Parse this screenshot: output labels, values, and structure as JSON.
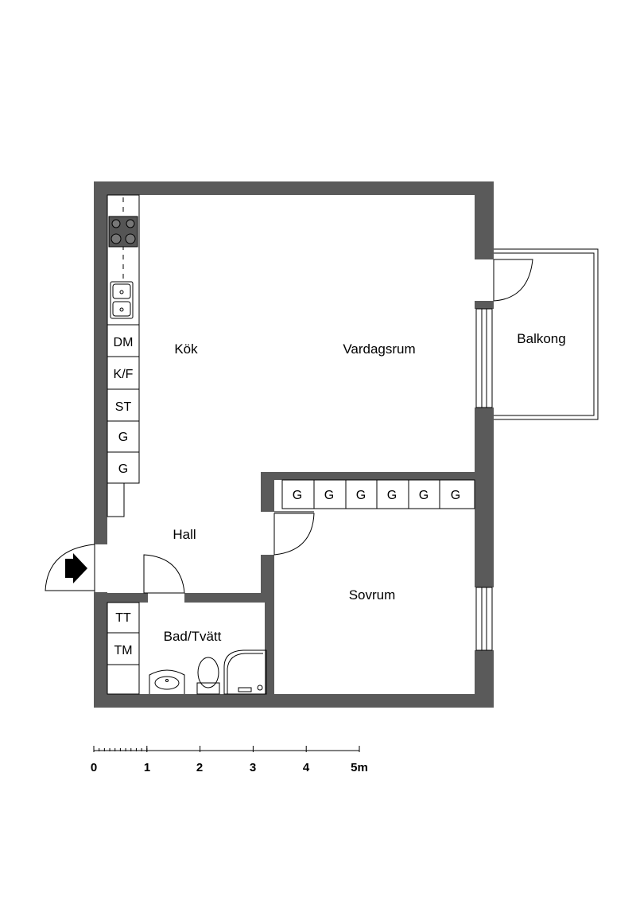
{
  "rooms": {
    "kitchen": "Kök",
    "living": "Vardagsrum",
    "balcony": "Balkong",
    "hall": "Hall",
    "bedroom": "Sovrum",
    "bath": "Bad/Tvätt"
  },
  "kitchen_appliances": [
    "DM",
    "K/F",
    "ST",
    "G",
    "G"
  ],
  "wardrobes": [
    "G",
    "G",
    "G",
    "G",
    "G",
    "G"
  ],
  "bath_appliances": [
    "TT",
    "TM"
  ],
  "scale": {
    "labels": [
      "0",
      "1",
      "2",
      "3",
      "4",
      "5m"
    ]
  },
  "colors": {
    "wall": "#5a5a5a",
    "line": "#000000",
    "background": "#ffffff"
  }
}
